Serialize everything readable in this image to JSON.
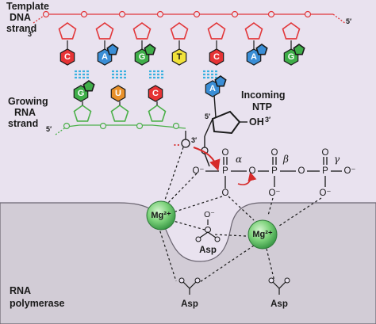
{
  "labels": {
    "template_line1": "Template",
    "template_line2": "DNA",
    "template_line3": "strand",
    "growing_line1": "Growing",
    "growing_line2": "RNA",
    "growing_line3": "strand",
    "incoming_line1": "Incoming",
    "incoming_line2": "NTP",
    "polymerase_line1": "RNA",
    "polymerase_line2": "polymerase"
  },
  "ends": {
    "template_3": "3′",
    "template_5": "5′",
    "rna_5": "5′",
    "rna_3": "3′",
    "ntp_5": "5′",
    "ntp_oh": "OH",
    "ntp_3": "3′"
  },
  "template_bases": [
    {
      "letter": "C",
      "color": "#e63335"
    },
    {
      "letter": "A",
      "color": "#3a8ed6"
    },
    {
      "letter": "G",
      "color": "#3fae49"
    },
    {
      "letter": "T",
      "color": "#f1e23a"
    },
    {
      "letter": "C",
      "color": "#e63335"
    },
    {
      "letter": "A",
      "color": "#3a8ed6"
    },
    {
      "letter": "G",
      "color": "#3fae49"
    }
  ],
  "rna_bases": [
    {
      "letter": "G",
      "color": "#3fae49"
    },
    {
      "letter": "U",
      "color": "#e8902a"
    },
    {
      "letter": "C",
      "color": "#e63335"
    }
  ],
  "ntp_base": {
    "letter": "A",
    "color": "#3a8ed6"
  },
  "chemistry": {
    "phosphate_atom": "P",
    "oxygen_atom": "O",
    "oxygen_minus": "O⁻",
    "alpha": "α",
    "beta": "β",
    "gamma": "γ",
    "metal_ion": "Mg²⁺",
    "asp": "Asp"
  },
  "colors": {
    "background_lavender": "#e9e2ef",
    "protein_gray": "#d2ccd6",
    "dna_backbone": "#e2373a",
    "rna_backbone": "#4cb04a",
    "h_bond": "#3bb1e0",
    "magnesium": "#7cd27a",
    "arrow_red": "#d62a2a"
  }
}
